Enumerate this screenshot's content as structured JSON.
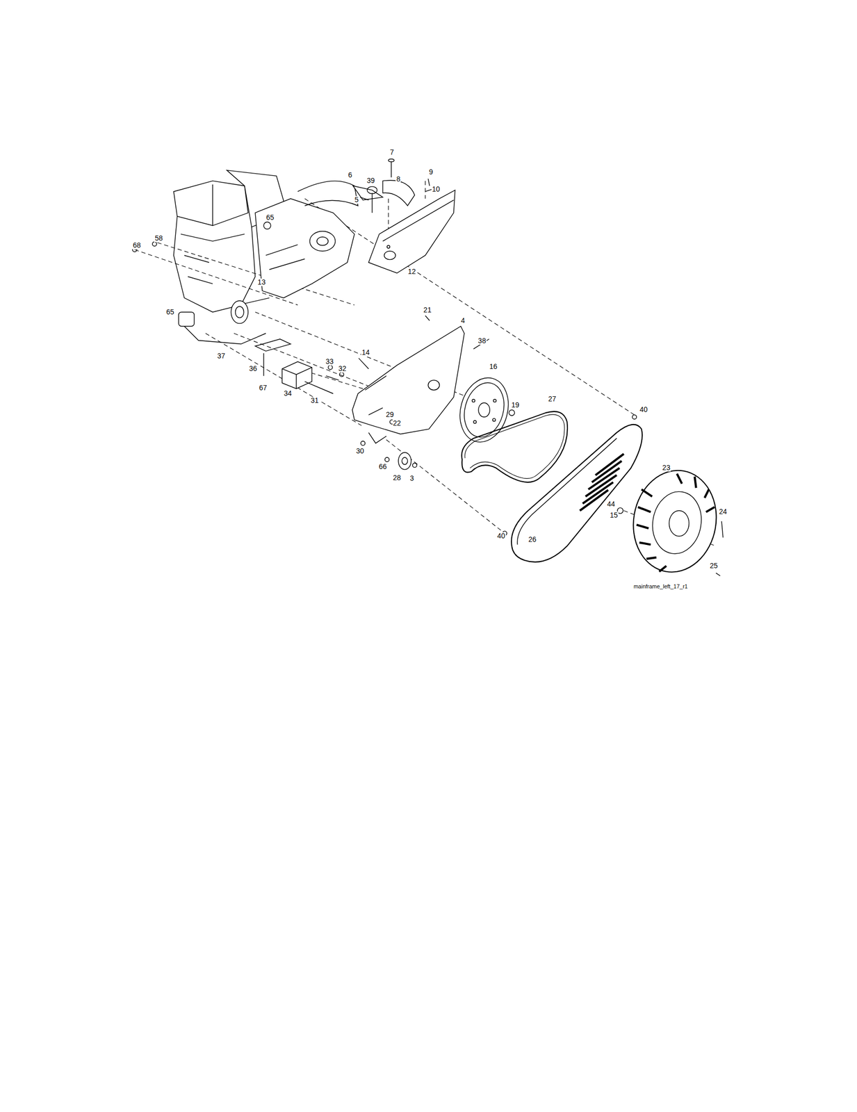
{
  "diagram": {
    "labels": [
      "7",
      "6",
      "39",
      "8",
      "9",
      "10",
      "5",
      "12",
      "65",
      "58",
      "68",
      "13",
      "65",
      "37",
      "21",
      "4",
      "38",
      "36",
      "14",
      "33",
      "32",
      "16",
      "67",
      "34",
      "31",
      "19",
      "27",
      "40",
      "29",
      "22",
      "30",
      "66",
      "28",
      "3",
      "23",
      "44",
      "24",
      "15",
      "40",
      "26",
      "25",
      "mainframe_left_17_r1"
    ]
  }
}
